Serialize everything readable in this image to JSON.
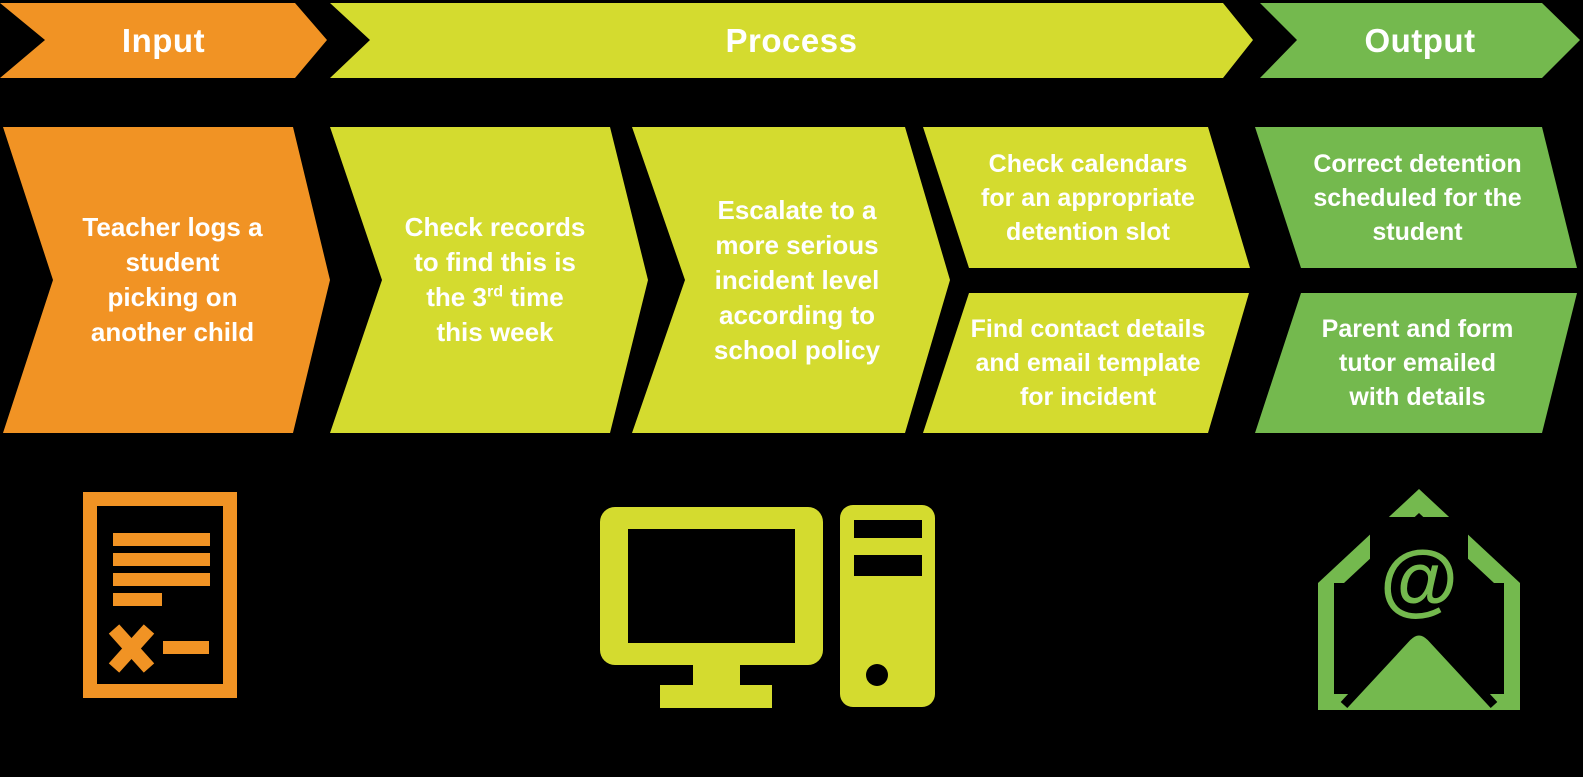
{
  "palette": {
    "background": "#000000",
    "text_color": "#FFFFFF",
    "orange": "#F19324",
    "lime": "#D4DB2F",
    "green": "#74B94E"
  },
  "headers": {
    "input": "Input",
    "process": "Process",
    "output": "Output"
  },
  "steps": {
    "input_step": {
      "lines": [
        "Teacher logs a",
        "student",
        "picking on",
        "another child"
      ]
    },
    "process_step1": {
      "line1": "Check records",
      "line2": "to find this is",
      "line3_pre": "the 3",
      "line3_sup": "rd",
      "line3_post": " time",
      "line4": "this week"
    },
    "process_step2": {
      "lines": [
        "Escalate to a",
        "more serious",
        "incident level",
        "according to",
        "school policy"
      ]
    },
    "process_step3": {
      "lines": [
        "Check calendars",
        "for an appropriate",
        "detention slot"
      ]
    },
    "process_step4": {
      "lines": [
        "Find contact details",
        "and email template",
        "for incident"
      ]
    },
    "output_step1": {
      "lines": [
        "Correct detention",
        "scheduled for the",
        "student"
      ]
    },
    "output_step2": {
      "lines": [
        "Parent and form",
        "tutor emailed",
        "with details"
      ]
    }
  },
  "icons": {
    "document": "incident-form-document-icon",
    "computer": "desktop-computer-icon",
    "email": "open-envelope-email-icon"
  }
}
